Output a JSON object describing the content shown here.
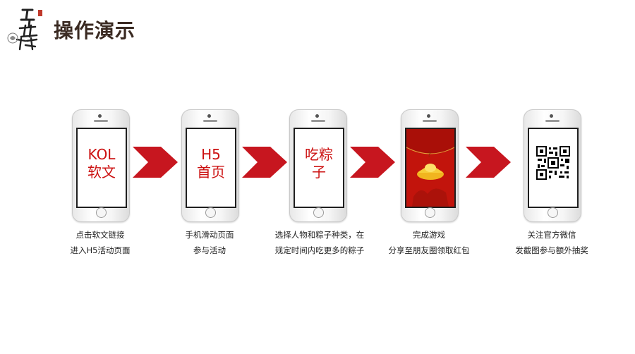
{
  "header": {
    "title": "操作演示",
    "logo_icon": "brand-calligraphy-logo"
  },
  "colors": {
    "accent": "#cc1111",
    "arrow": "#c7161f",
    "title": "#3a2a22"
  },
  "steps": [
    {
      "screen_lines": [
        "KOL",
        "软文"
      ],
      "caption": [
        "点击软文链接",
        "进入H5活动页面"
      ]
    },
    {
      "screen_lines": [
        "H5",
        "首页"
      ],
      "caption": [
        "手机滑动页面",
        "参与活动"
      ]
    },
    {
      "screen_lines": [
        "吃粽",
        "子"
      ],
      "caption": [
        "选择人物和粽子种类，在",
        "规定时间内吃更多的粽子"
      ]
    },
    {
      "screen_icon": "red-envelope-icon",
      "screen_badge": "?",
      "caption": [
        "完成游戏",
        "分享至朋友圈领取红包"
      ]
    },
    {
      "screen_icon": "qr-code-icon",
      "caption": [
        "关注官方微信",
        "发截图参与额外抽奖"
      ]
    }
  ]
}
